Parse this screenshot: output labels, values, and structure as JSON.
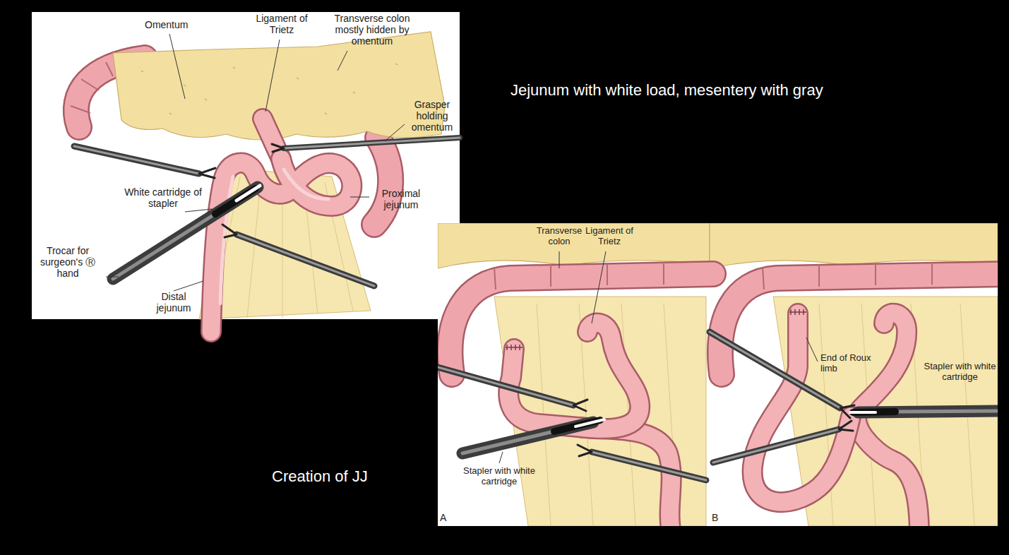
{
  "diagram": {
    "labels": [
      "Omentum",
      "Ligament of Trietz",
      "Transverse colon mostly hidden by omentum",
      "Jejunum with white load, mesentery with gray",
      "Grasper holding omentum",
      "White cartridge of stapler",
      "Proximal jejunum",
      "Trocar for surgeon's Ⓡ hand",
      "Distal jejunum",
      "Transverse colon",
      "Ligament of Trietz",
      "End of Roux limb",
      "Stapler with white cartridge",
      "Creation of JJ",
      "Stapler with white cartridge",
      "A",
      "B"
    ]
  }
}
